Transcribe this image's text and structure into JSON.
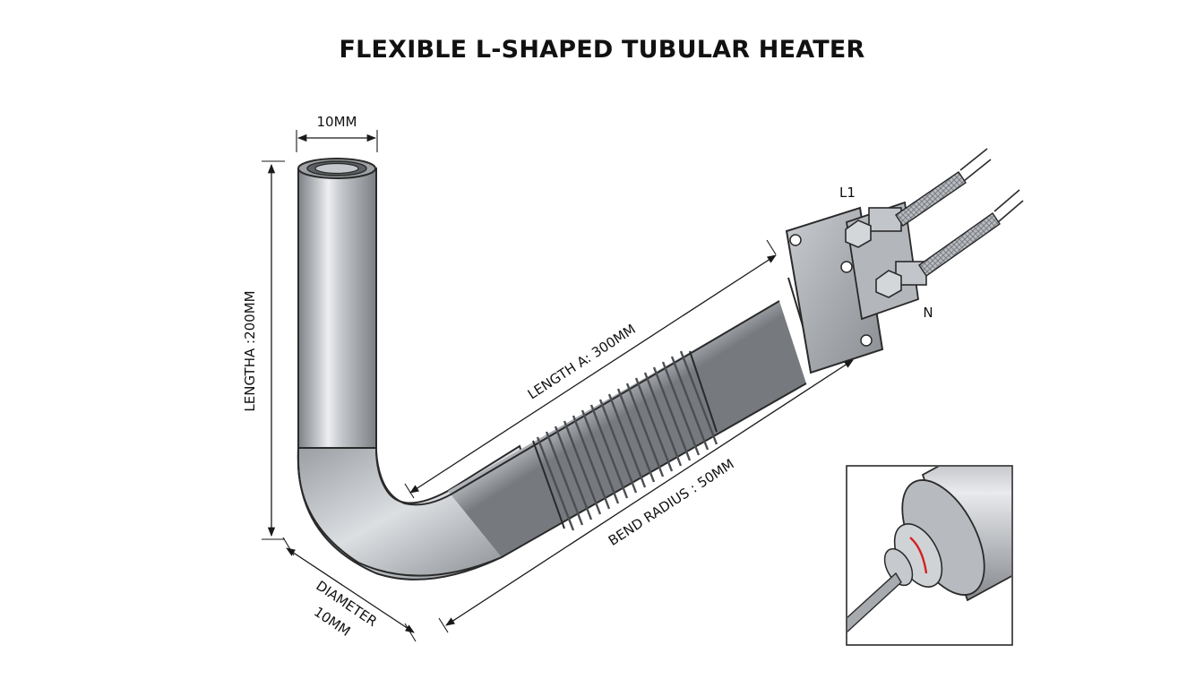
{
  "title": "FLEXIBLE L-SHAPED TUBULAR HEATER",
  "labels": {
    "top_width": "10MM",
    "length_b": "LENGTHA :200MM",
    "length_a": "LENGTH A: 300MM",
    "bend_radius": "BEND RADIUS : 50MM",
    "diameter_line1": "DIAMETER",
    "diameter_line2": "10MM",
    "terminal_l1": "L1",
    "terminal_n": "N"
  },
  "colors": {
    "tube_dark": "#8c8f94",
    "tube_light": "#e6e8eb",
    "outline": "#2a2a2a",
    "insulation_mark": "#d42020"
  }
}
